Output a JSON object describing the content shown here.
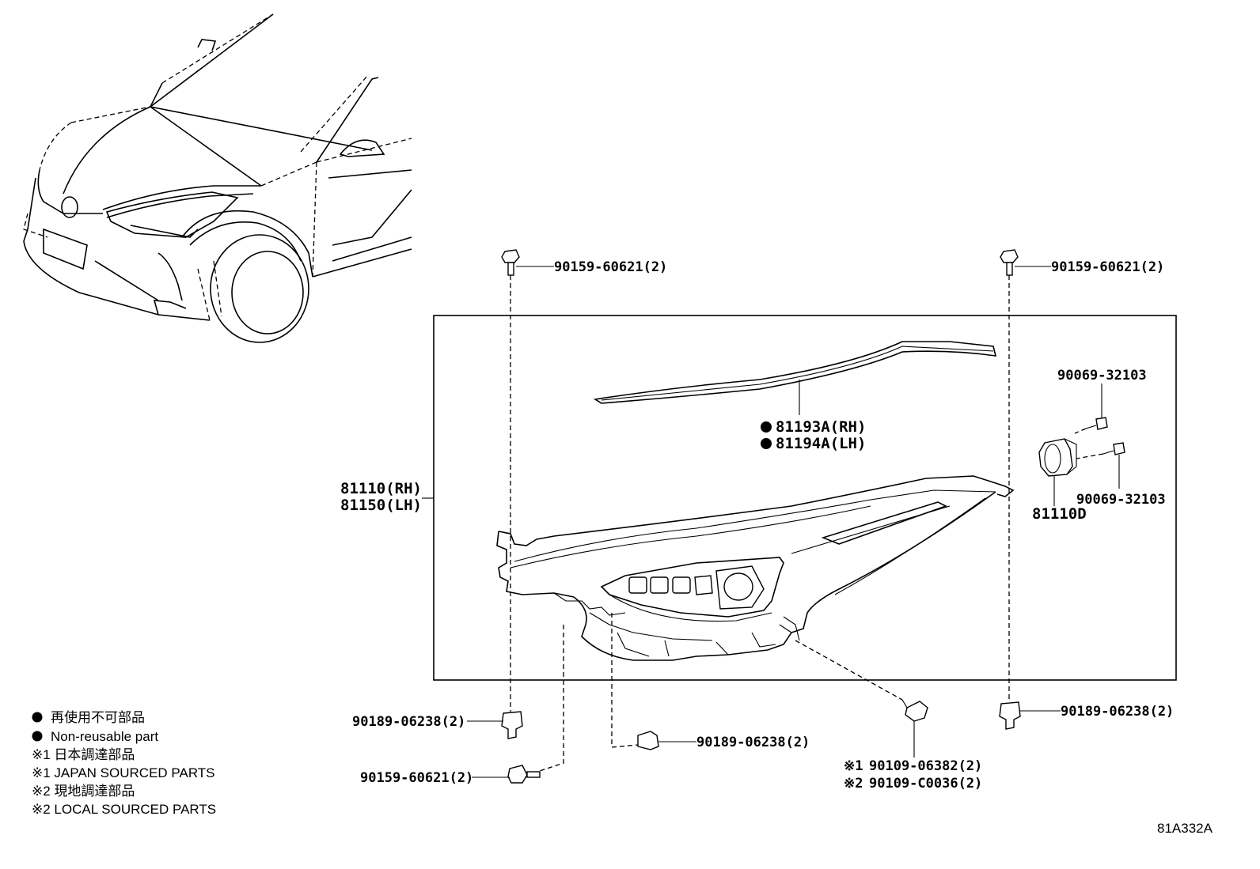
{
  "labels": {
    "bolt_top_left": "90159-60621(2)",
    "bolt_top_right": "90159-60621(2)",
    "screw_upper": "90069-32103",
    "screw_lower": "90069-32103",
    "molding_rh": "81193A(RH)",
    "molding_lh": "81194A(LH)",
    "headlamp_rh": "81110(RH)",
    "headlamp_lh": "81150(LH)",
    "socket": "81110D",
    "clip_left": "90189-06238(2)",
    "clip_middle": "90189-06238(2)",
    "clip_right": "90189-06238(2)",
    "bolt_bottom_left": "90159-60621(2)",
    "screw_japan": "90109-06382(2)",
    "screw_local": "90109-C0036(2)",
    "ref_mark_1": "※1",
    "ref_mark_2": "※2",
    "diagram_code": "81A332A"
  },
  "legend": {
    "non_reusable_jp": "再使用不可部品",
    "non_reusable_en": "Non-reusable part",
    "japan_jp": "※1 日本調達部品",
    "japan_en": "※1 JAPAN SOURCED PARTS",
    "local_jp": "※2 現地調達部品",
    "local_en": "※2 LOCAL SOURCED PARTS"
  }
}
